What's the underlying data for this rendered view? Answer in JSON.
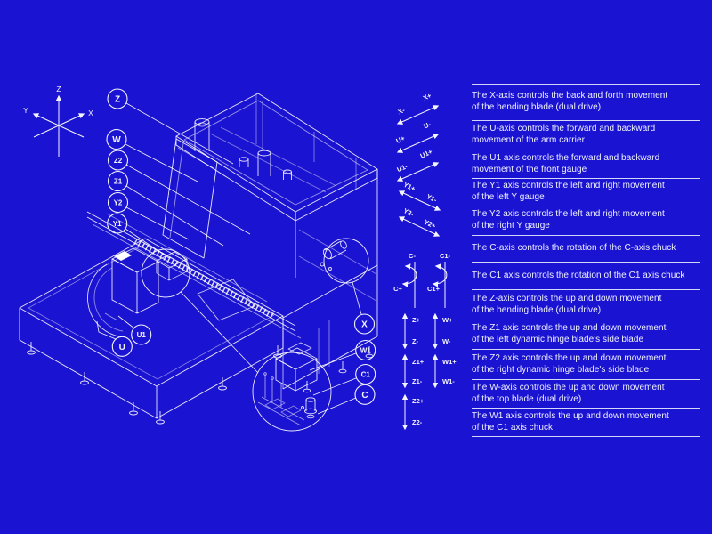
{
  "colors": {
    "background": "#1b13d2",
    "line": "#ffffff",
    "text": "#eef1ff"
  },
  "triad": {
    "x": "X",
    "y": "Y",
    "z": "Z"
  },
  "callouts": [
    {
      "label": "Z"
    },
    {
      "label": "W"
    },
    {
      "label": "Z2"
    },
    {
      "label": "Z1"
    },
    {
      "label": "Y2"
    },
    {
      "label": "Y1"
    },
    {
      "label": "U1"
    },
    {
      "label": "U"
    },
    {
      "label": "X"
    },
    {
      "label": "W1"
    },
    {
      "label": "C1"
    },
    {
      "label": "C"
    }
  ],
  "arrow_labels": {
    "x_plus": "X+",
    "x_minus": "X-",
    "u_minus": "U-",
    "u_plus": "U+",
    "u1_plus": "U1+",
    "u1_minus": "U1-",
    "y1_plus": "Y1+",
    "y1_minus": "Y1-",
    "y2_minus": "Y2-",
    "y2_plus": "Y2+",
    "c_minus": "C-",
    "c_plus": "C+",
    "c1_minus": "C1-",
    "c1_plus": "C1+",
    "z_plus": "Z+",
    "z_minus": "Z-",
    "w_plus": "W+",
    "w_minus": "W-",
    "z1_plus": "Z1+",
    "z1_minus": "Z1-",
    "w1_plus": "W1+",
    "w1_minus": "W1-",
    "z2_plus": "Z2+",
    "z2_minus": "Z2-"
  },
  "rows": [
    {
      "line1": "The X-axis controls the back and forth movement",
      "line2": "of the bending blade (dual drive)"
    },
    {
      "line1": "The U-axis controls the forward and backward",
      "line2": "movement of the arm carrier"
    },
    {
      "line1": "The U1 axis controls the forward and backward",
      "line2": "movement of the front gauge"
    },
    {
      "line1": "The Y1 axis controls the left and right movement",
      "line2": "of the left Y gauge"
    },
    {
      "line1": "The Y2 axis controls the left and right movement",
      "line2": "of the right Y gauge"
    },
    {
      "line1": "The C-axis controls the rotation of the C-axis chuck",
      "line2": ""
    },
    {
      "line1": "The C1 axis controls the rotation of the C1 axis chuck",
      "line2": ""
    },
    {
      "line1": "The Z-axis controls the up and down movement",
      "line2": "of the bending blade (dual drive)"
    },
    {
      "line1": "The Z1 axis controls the up and down movement",
      "line2": "of the left dynamic hinge blade's side blade"
    },
    {
      "line1": "The Z2 axis controls the up and down movement",
      "line2": "of the right dynamic hinge blade's side blade"
    },
    {
      "line1": "The W-axis controls the up and down movement",
      "line2": "of the top blade (dual drive)"
    },
    {
      "line1": "The W1 axis controls the up and down movement",
      "line2": "of the C1 axis chuck"
    }
  ]
}
